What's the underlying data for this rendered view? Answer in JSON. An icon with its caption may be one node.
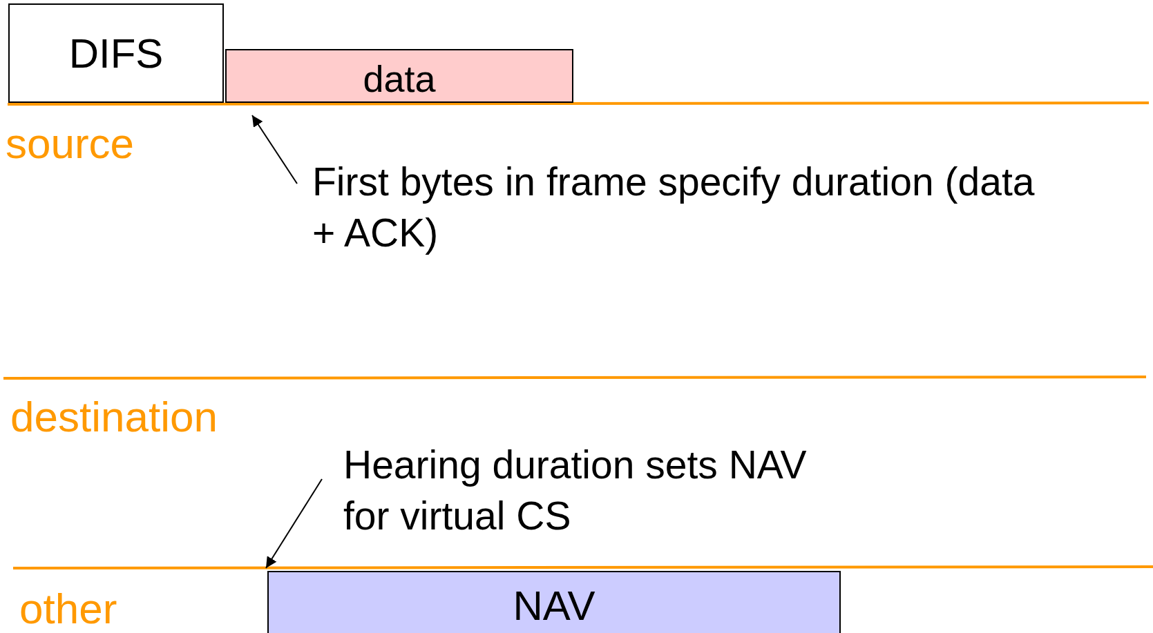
{
  "diagram": {
    "nodes": [
      {
        "text": [
          "DIFS"
        ]
      },
      {
        "text": [
          "data"
        ]
      },
      {
        "text": [
          "NAV"
        ]
      },
      {
        "text": [
          "First bytes in frame specify duration (data + ACK)"
        ]
      },
      {
        "text": [
          "Hearing duration sets NAV for virtual CS"
        ]
      }
    ],
    "edges": [
      {
        "from": 3,
        "to": 1,
        "arrow": "to"
      },
      {
        "from": 4,
        "to": 2,
        "arrow": "to"
      }
    ],
    "labels": [
      "source",
      "destination",
      "other"
    ]
  }
}
